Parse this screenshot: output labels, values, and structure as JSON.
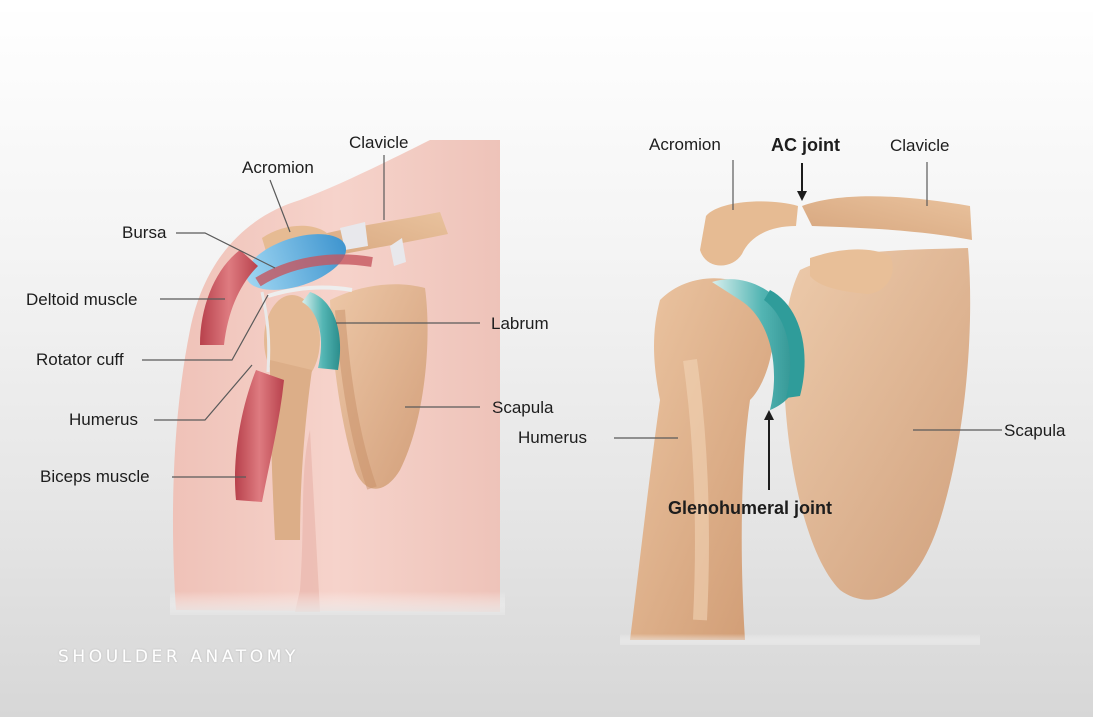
{
  "title": "SHOULDER ANATOMY",
  "left_diagram": {
    "labels": {
      "clavicle": "Clavicle",
      "acromion": "Acromion",
      "bursa": "Bursa",
      "deltoid": "Deltoid muscle",
      "labrum": "Labrum",
      "rotator_cuff": "Rotator cuff",
      "scapula": "Scapula",
      "humerus": "Humerus",
      "biceps": "Biceps muscle"
    }
  },
  "right_diagram": {
    "labels": {
      "acromion": "Acromion",
      "ac_joint": "AC joint",
      "clavicle": "Clavicle",
      "humerus": "Humerus",
      "scapula": "Scapula",
      "glenohumeral": "Glenohumeral joint"
    }
  },
  "colors": {
    "skin": "#f1c8bf",
    "bone": "#deb08a",
    "cartilage": "#3aa7a4",
    "bursa": "#5fb1e0",
    "muscle": "#c8505a"
  }
}
